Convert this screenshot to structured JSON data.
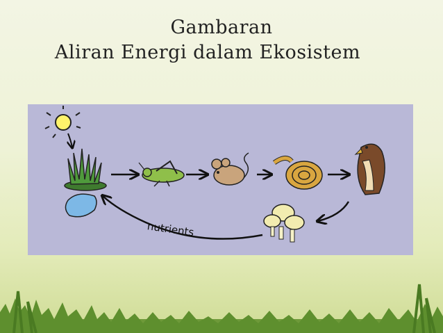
{
  "title": {
    "line1": "Gambaran",
    "line2": "Aliran Energi dalam Ekosistem"
  },
  "diagram": {
    "label_nutrients": "nutrients",
    "nodes": [
      {
        "id": "sun",
        "icon": "sun-icon"
      },
      {
        "id": "grass",
        "icon": "grass-icon"
      },
      {
        "id": "water",
        "icon": "water-drop-icon"
      },
      {
        "id": "grasshopper",
        "icon": "grasshopper-icon"
      },
      {
        "id": "mouse",
        "icon": "mouse-icon"
      },
      {
        "id": "snake",
        "icon": "snake-icon"
      },
      {
        "id": "hawk",
        "icon": "hawk-icon"
      },
      {
        "id": "mushrooms",
        "icon": "mushroom-icon"
      }
    ],
    "colors": {
      "panel": "#b9b8d7",
      "grass": "#4f9a3c",
      "grasshopper": "#8fbf4a",
      "mouse": "#c9a47c",
      "snake": "#d9a640",
      "hawk": "#7a4a2a",
      "mushroom": "#f2ecb0",
      "water": "#7db8e6",
      "sun": "#fff36b"
    }
  }
}
